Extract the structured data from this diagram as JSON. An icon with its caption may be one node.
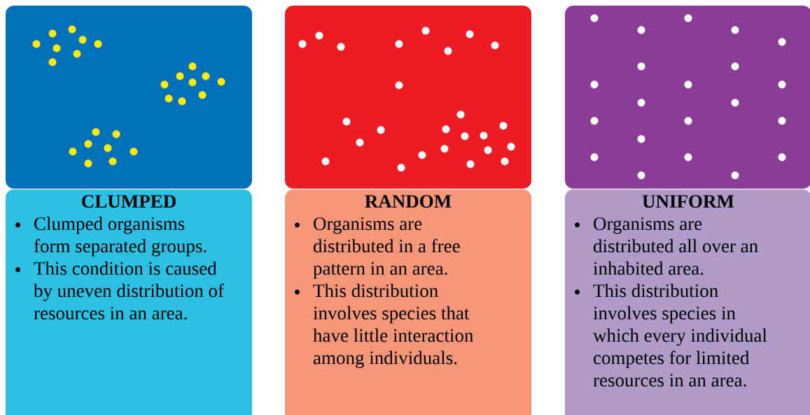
{
  "diagram": {
    "nodes": [
      {
        "text": [],
        "shape": "box"
      },
      {
        "text": [
          "CLUMPED",
          "Clumped organisms form separated groups.",
          "This condition is caused by uneven distribution of resources in an area."
        ]
      },
      {
        "text": [],
        "shape": "box"
      },
      {
        "text": [
          "RANDOM",
          "Organisms are distributed in a free pattern in an area.",
          "This distribution involves species that have little interaction among individuals."
        ]
      },
      {
        "text": [],
        "shape": "box"
      },
      {
        "text": [
          "UNIFORM",
          "Organisms are distributed all over an inhabited area.",
          "This distribution involves species in which every individual competes for limited resources in an area."
        ]
      }
    ]
  }
}
